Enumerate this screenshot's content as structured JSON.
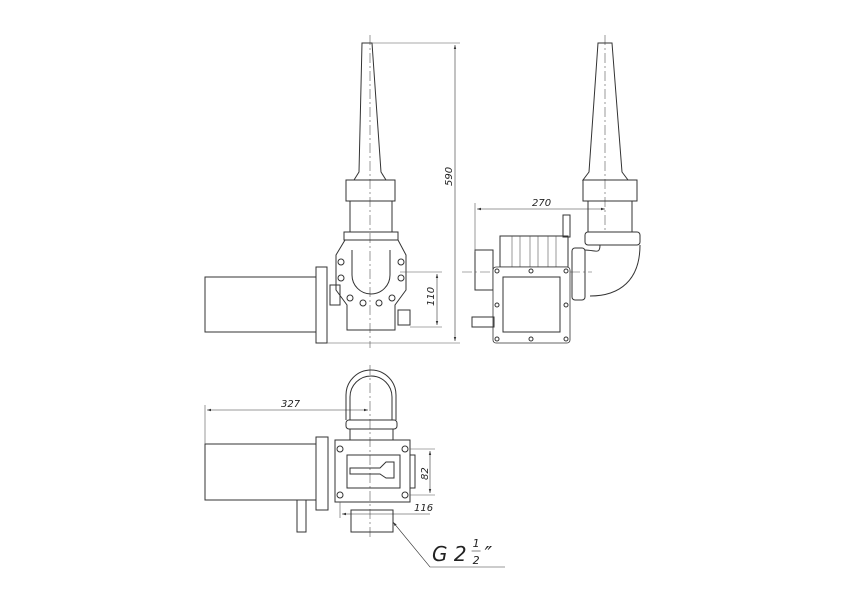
{
  "dimensions": {
    "total_height": "590",
    "side_width": "270",
    "axis_height": "110",
    "pipe_length": "327",
    "body_width": "82",
    "body_depth": "116"
  },
  "thread_callout": {
    "prefix": "G 2",
    "numerator": "1",
    "denominator": "2",
    "suffix": "″"
  }
}
